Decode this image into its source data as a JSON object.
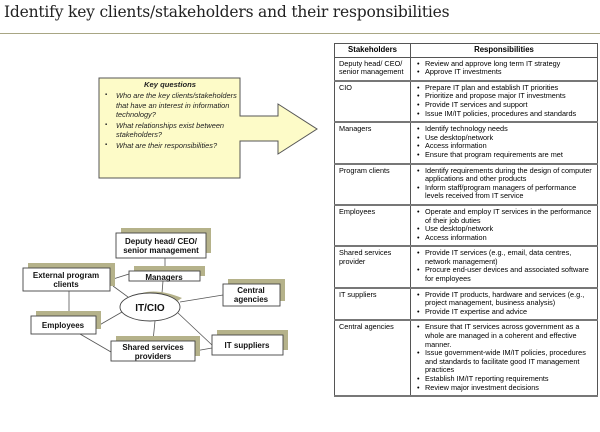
{
  "title": "Identify key clients/stakeholders and their responsibilities",
  "key_questions": {
    "heading": "Key questions",
    "items": [
      "Who are the key clients/stakeholders that have an interest in information technology?",
      "What relationships exist between stakeholders?",
      "What are their responsibilities?"
    ]
  },
  "table": {
    "headers": [
      "Stakeholders",
      "Responsibilities"
    ],
    "rows": [
      {
        "stakeholder": "Deputy head/ CEO/ senior management",
        "items": [
          "Review and approve long term IT strategy",
          "Approve IT investments"
        ]
      },
      {
        "stakeholder": "CIO",
        "items": [
          "Prepare IT plan and establish IT priorities",
          "Prioritize and propose major IT investments",
          "Provide IT services and support",
          "Issue IM/IT policies, procedures and standards"
        ]
      },
      {
        "stakeholder": "Managers",
        "items": [
          "Identify technology needs",
          "Use desktop/network",
          "Access information",
          "Ensure that program requirements are met"
        ]
      },
      {
        "stakeholder": "Program clients",
        "items": [
          "Identify requirements during the design of computer applications and other products",
          "Inform staff/program managers of performance levels received from IT service"
        ]
      },
      {
        "stakeholder": "Employees",
        "items": [
          "Operate and employ IT services in the performance of their job duties",
          "Use desktop/network",
          "Access information"
        ]
      },
      {
        "stakeholder": "Shared services provider",
        "items": [
          "Provide IT services (e.g., email, data centres, network management)",
          "Procure end-user devices and  associated software for employees"
        ]
      },
      {
        "stakeholder": "IT suppliers",
        "items": [
          "Provide IT products, hardware and services (e.g., project management, business analysis)",
          "Provide IT expertise and advice"
        ]
      },
      {
        "stakeholder": "Central agencies",
        "items": [
          "Ensure that IT services across government as a whole are managed in a coherent and effective manner.",
          "Issue government-wide IM/IT policies, procedures and standards to facilitate good IT management practices",
          "Establish IM/IT reporting requirements",
          "Review major investment decisions"
        ]
      }
    ]
  },
  "diagram": {
    "center": "IT/CIO",
    "deputy": [
      "Deputy head/ CEO/",
      "senior management"
    ],
    "external": [
      "External program",
      "clients"
    ],
    "managers": "Managers",
    "central": [
      "Central",
      "agencies"
    ],
    "employees": "Employees",
    "shared": [
      "Shared services",
      "providers"
    ],
    "suppliers": "IT suppliers"
  },
  "colors": {
    "shadow": "#b5b28a",
    "callout": "#fdfbc8"
  }
}
